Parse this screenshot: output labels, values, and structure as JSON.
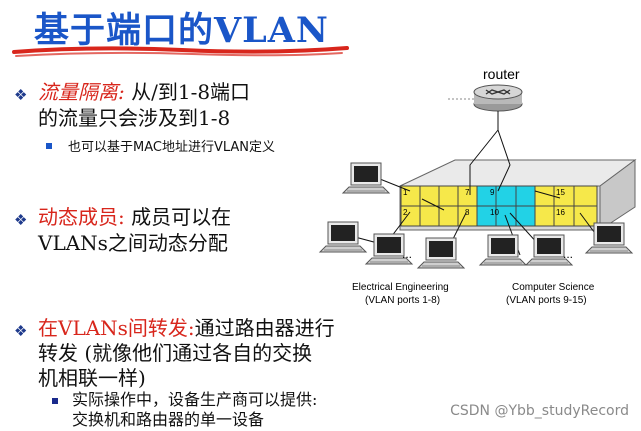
{
  "title": "基于端口的VLAN",
  "bullets": [
    {
      "term": "流量隔离:",
      "text_line1": " 从/到1-8端口",
      "text_line2": "的流量只会涉及到1-8",
      "sub": "也可以基于MAC地址进行VLAN定义"
    },
    {
      "term": "动态成员:",
      "text_line1": " 成员可以在",
      "text_line2": "VLANs之间动态分配"
    },
    {
      "term": "在VLANs间转发:",
      "text_line1": "通过路由器进行",
      "text_line2": "转发 (就像他们通过各自的交换",
      "text_line3": "机相联一样)",
      "sub_line1": "实际操作中，设备生产商可以提供:",
      "sub_line2": "交换机和路由器的单一设备"
    }
  ],
  "diagram": {
    "router_label": "router",
    "ports_left_top": [
      "1",
      "7"
    ],
    "ports_left_bottom": [
      "2",
      "8"
    ],
    "ports_right_top": [
      "9",
      "15"
    ],
    "ports_right_bottom": [
      "10",
      "16"
    ],
    "ellipsis": "...",
    "group_left_line1": "Electrical Engineering",
    "group_left_line2": "(VLAN ports 1-8)",
    "group_right_line1": "Computer Science",
    "group_right_line2": "(VLAN ports 9-15)"
  },
  "watermark": "CSDN @Ybb_studyRecord",
  "colors": {
    "title": "#1a56c8",
    "emphasis": "#d8261c",
    "ee_ports": "#f6e84a",
    "cs_ports_cyan": "#22d2e6",
    "switch_body": "#d8d8d8"
  }
}
